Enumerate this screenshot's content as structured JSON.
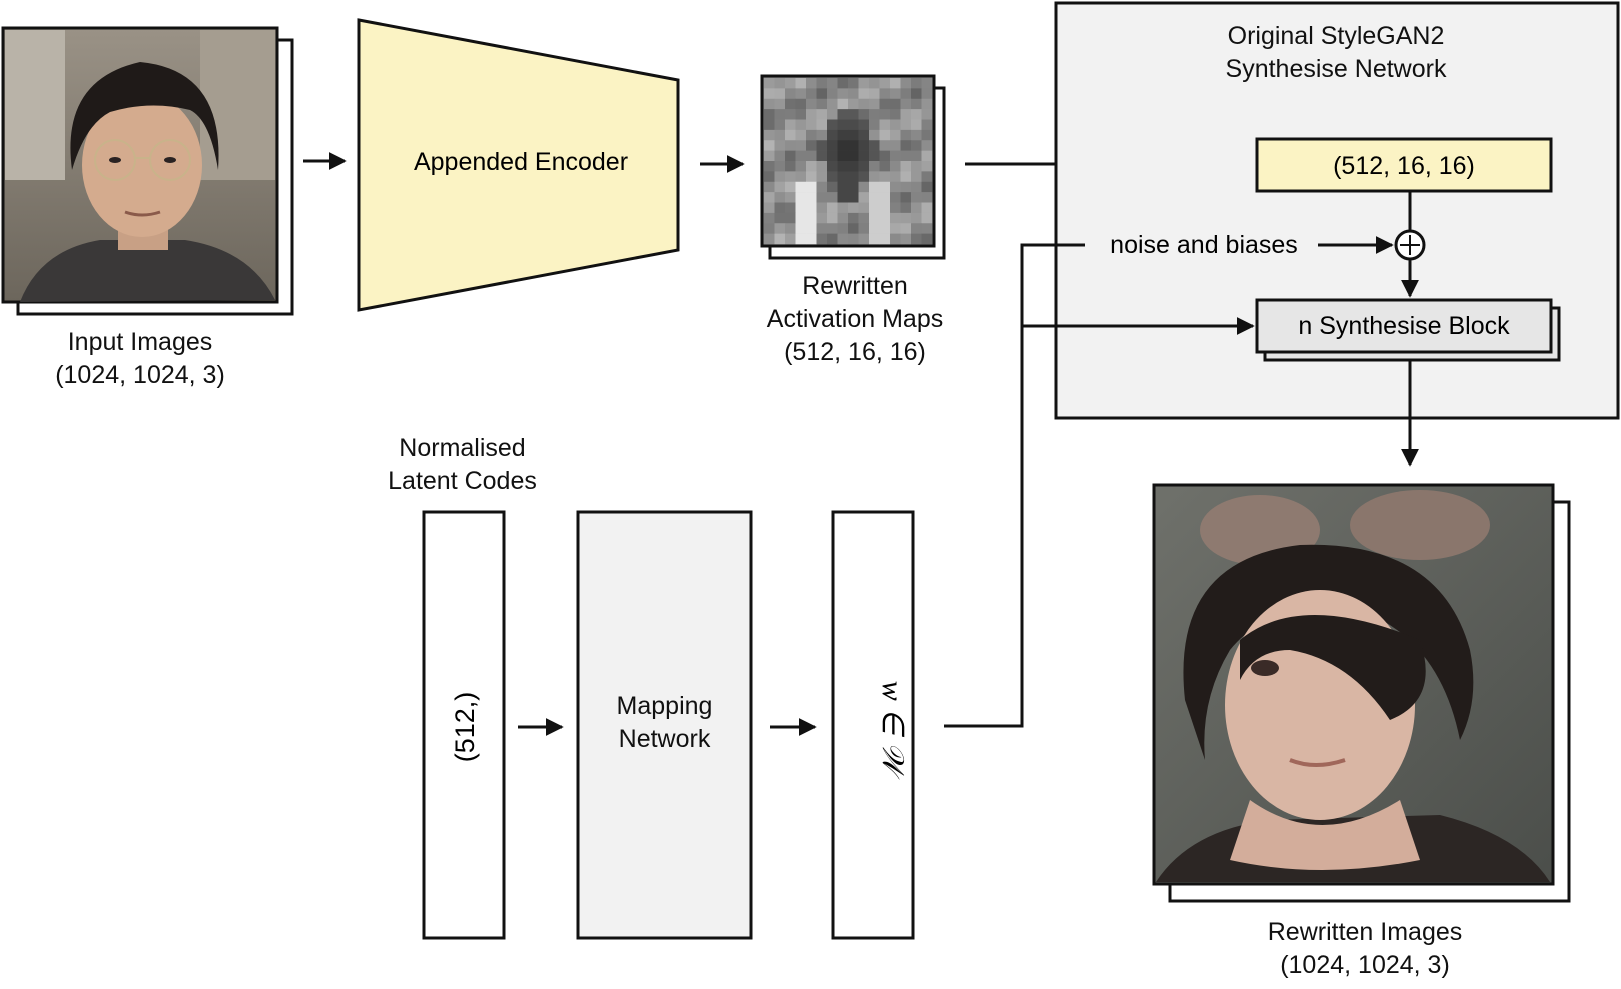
{
  "input": {
    "line1": "Input Images",
    "line2": "(1024, 1024, 3)"
  },
  "encoder": {
    "label": "Appended Encoder"
  },
  "activation_maps": {
    "line1": "Rewritten",
    "line2": "Activation Maps",
    "line3": "(512, 16, 16)"
  },
  "synthesis_network": {
    "title_line1": "Original StyleGAN2",
    "title_line2": "Synthesise Network",
    "const_block": "(512, 16, 16)",
    "noise_label": "noise and biases",
    "block_label": "n Synthesise Block"
  },
  "latent": {
    "line1": "Normalised",
    "line2": "Latent Codes",
    "vector_label": "(512,)"
  },
  "mapping": {
    "line1": "Mapping",
    "line2": "Network"
  },
  "w_label": "w ∈ 𝒲",
  "output": {
    "line1": "Rewritten Images",
    "line2": "(1024, 1024, 3)"
  },
  "colors": {
    "encoder_fill": "#fbf3c4",
    "panel_fill": "#f2f2f2",
    "block_fill": "#e6e6e6",
    "stroke": "#111111"
  }
}
